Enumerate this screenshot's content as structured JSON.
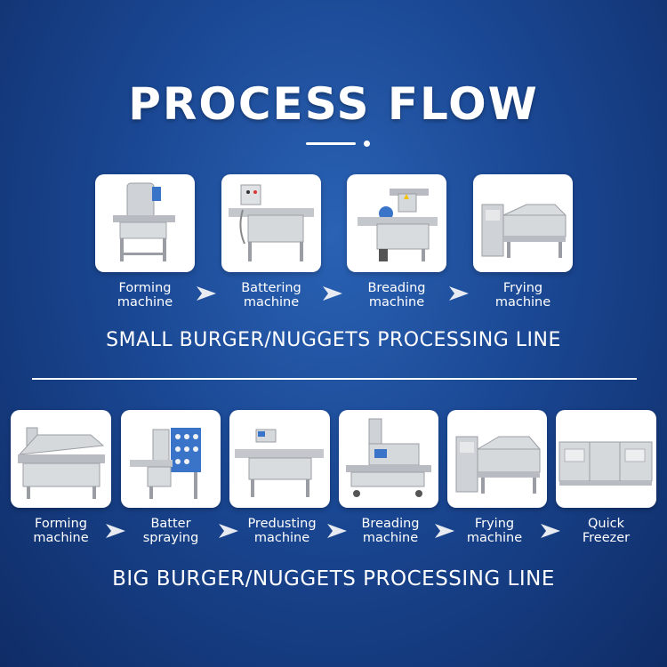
{
  "header": {
    "title": "PROCESS FLOW"
  },
  "small_line": {
    "title": "SMALL BURGER/NUGGETS PROCESSING LINE",
    "steps": [
      {
        "line1": "Forming",
        "line2": "machine",
        "icon": "forming-machine-photo"
      },
      {
        "line1": "Battering",
        "line2": "machine",
        "icon": "battering-machine-photo"
      },
      {
        "line1": "Breading",
        "line2": "machine",
        "icon": "breading-machine-photo"
      },
      {
        "line1": "Frying",
        "line2": "machine",
        "icon": "frying-machine-photo"
      }
    ]
  },
  "big_line": {
    "title": "BIG BURGER/NUGGETS PROCESSING LINE",
    "steps": [
      {
        "line1": "Forming",
        "line2": "machine",
        "icon": "forming-machine-photo"
      },
      {
        "line1": "Batter",
        "line2": "spraying",
        "icon": "batter-spraying-machine-photo"
      },
      {
        "line1": "Predusting",
        "line2": "machine",
        "icon": "predusting-machine-photo"
      },
      {
        "line1": "Breading",
        "line2": "machine",
        "icon": "breading-machine-photo"
      },
      {
        "line1": "Frying",
        "line2": "machine",
        "icon": "frying-machine-photo"
      },
      {
        "line1": "Quick",
        "line2": "Freezer",
        "icon": "quick-freezer-photo"
      }
    ]
  },
  "colors": {
    "background": "#1a4793",
    "text": "#ffffff",
    "card": "#ffffff",
    "steel": "#c9ccd1",
    "panel_blue": "#3a74c9"
  }
}
